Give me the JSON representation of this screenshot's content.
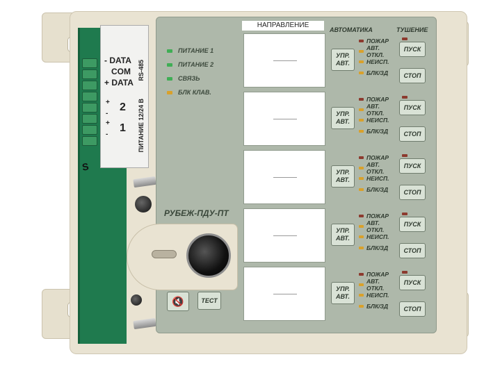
{
  "sticker": {
    "data_minus": "- DATA",
    "com": "COM",
    "data_plus": "+ DATA",
    "rs485": "RS-485",
    "ch2": "2",
    "ch1": "1",
    "plus": "+",
    "minus": "-",
    "power_label": "ПИТАНИЕ 12/24 В"
  },
  "indicators": [
    {
      "label": "ПИТАНИЕ 1",
      "color": "#3fae55"
    },
    {
      "label": "ПИТАНИЕ 2",
      "color": "#3fae55"
    },
    {
      "label": "СВЯЗЬ",
      "color": "#3fae55"
    },
    {
      "label": "БЛК КЛАВ.",
      "color": "#d9a12b"
    }
  ],
  "brand": "РУБЕЖ-ПДУ-ПТ",
  "controls": {
    "mute_symbol": "🔇",
    "test_label": "ТЕСТ"
  },
  "headers": {
    "direction": "НАПРАВЛЕНИЕ",
    "automation": "АВТОМАТИКА",
    "extinguishing": "ТУШЕНИЕ"
  },
  "direction_slot_text": "",
  "zones": [
    {
      "auto_btn": "УПР. АВТ.",
      "start": "ПУСК",
      "stop": "СТОП"
    },
    {
      "auto_btn": "УПР. АВТ.",
      "start": "ПУСК",
      "stop": "СТОП"
    },
    {
      "auto_btn": "УПР. АВТ.",
      "start": "ПУСК",
      "stop": "СТОП"
    },
    {
      "auto_btn": "УПР. АВТ.",
      "start": "ПУСК",
      "stop": "СТОП"
    },
    {
      "auto_btn": "УПР. АВТ.",
      "start": "ПУСК",
      "stop": "СТОП"
    }
  ],
  "zone_status": [
    {
      "label": "ПОЖАР",
      "color": "#8c3a2e"
    },
    {
      "label": "АВТ. ОТКЛ.",
      "color": "#d9a12b"
    },
    {
      "label": "НЕИСП.",
      "color": "#d9a12b"
    },
    {
      "label": "БЛК/ЗД",
      "color": "#d9a12b"
    }
  ],
  "handwriting": "S",
  "colors": {
    "panel": "#aeb8aa",
    "housing": "#e9e3d2",
    "pcb": "#1f7a4e"
  }
}
